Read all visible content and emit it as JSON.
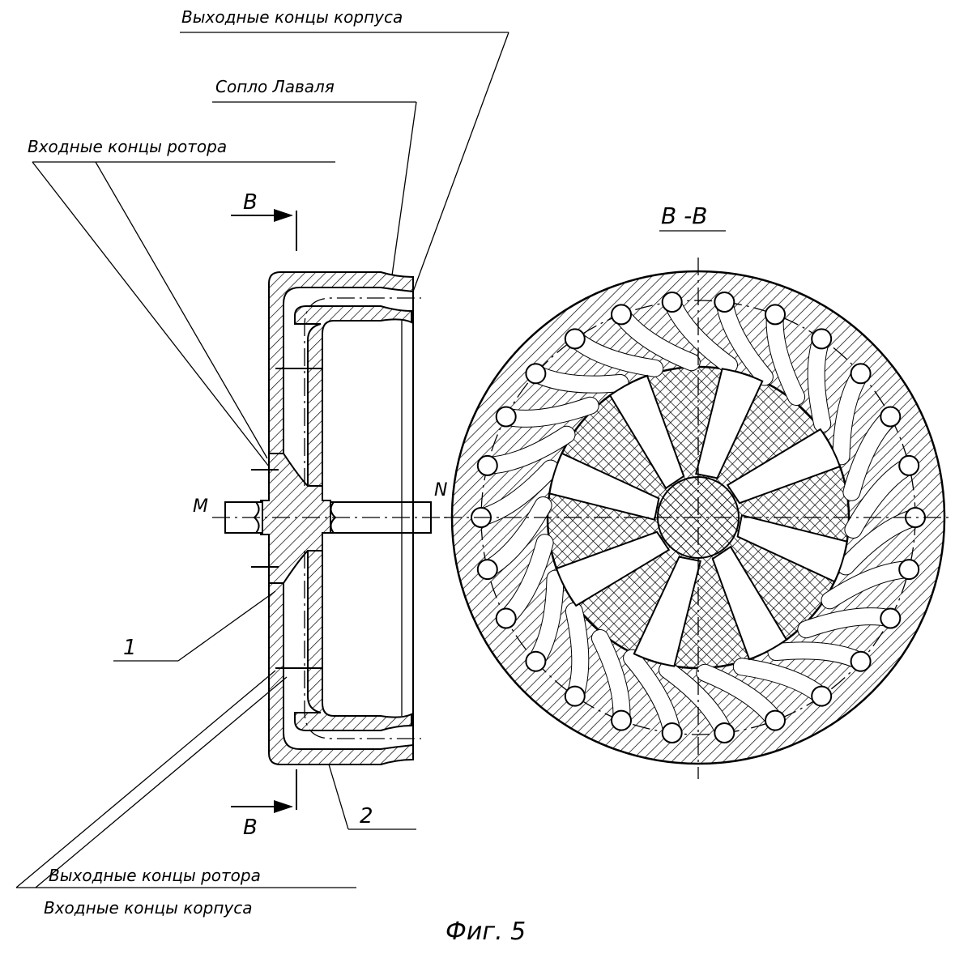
{
  "labels": {
    "housing_outlet": "Выходные концы корпуса",
    "laval_nozzle": "Сопло Лаваля",
    "rotor_inlet": "Входные концы ротора",
    "section_mark_top": "B",
    "section_mark_bottom": "B",
    "section_title": "B -B",
    "point_m": "M",
    "point_n": "N",
    "part_1": "1",
    "part_2": "2",
    "rotor_outlet": "Выходные концы ротора",
    "housing_inlet": "Входные концы корпуса",
    "figure_caption": "Фиг. 5"
  }
}
